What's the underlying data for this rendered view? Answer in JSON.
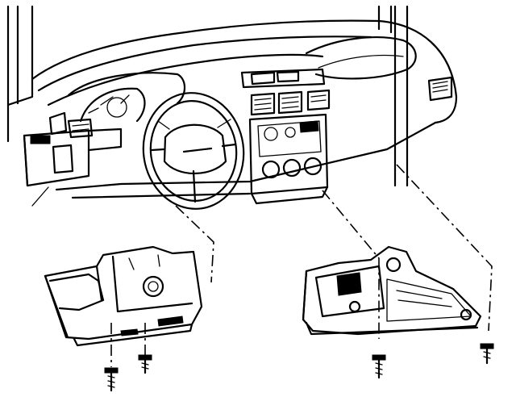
{
  "figure": {
    "parts": [
      {
        "id": "instrument-panel",
        "icon": "instrument-panel-illustration"
      },
      {
        "id": "steering-wheel",
        "icon": "steering-wheel-illustration"
      },
      {
        "id": "knee-bolster-left",
        "icon": "lower-panel-left-illustration"
      },
      {
        "id": "lower-cover-right",
        "icon": "lower-panel-right-illustration"
      },
      {
        "id": "screws",
        "count": 4,
        "icon": "screw-icon"
      }
    ]
  }
}
